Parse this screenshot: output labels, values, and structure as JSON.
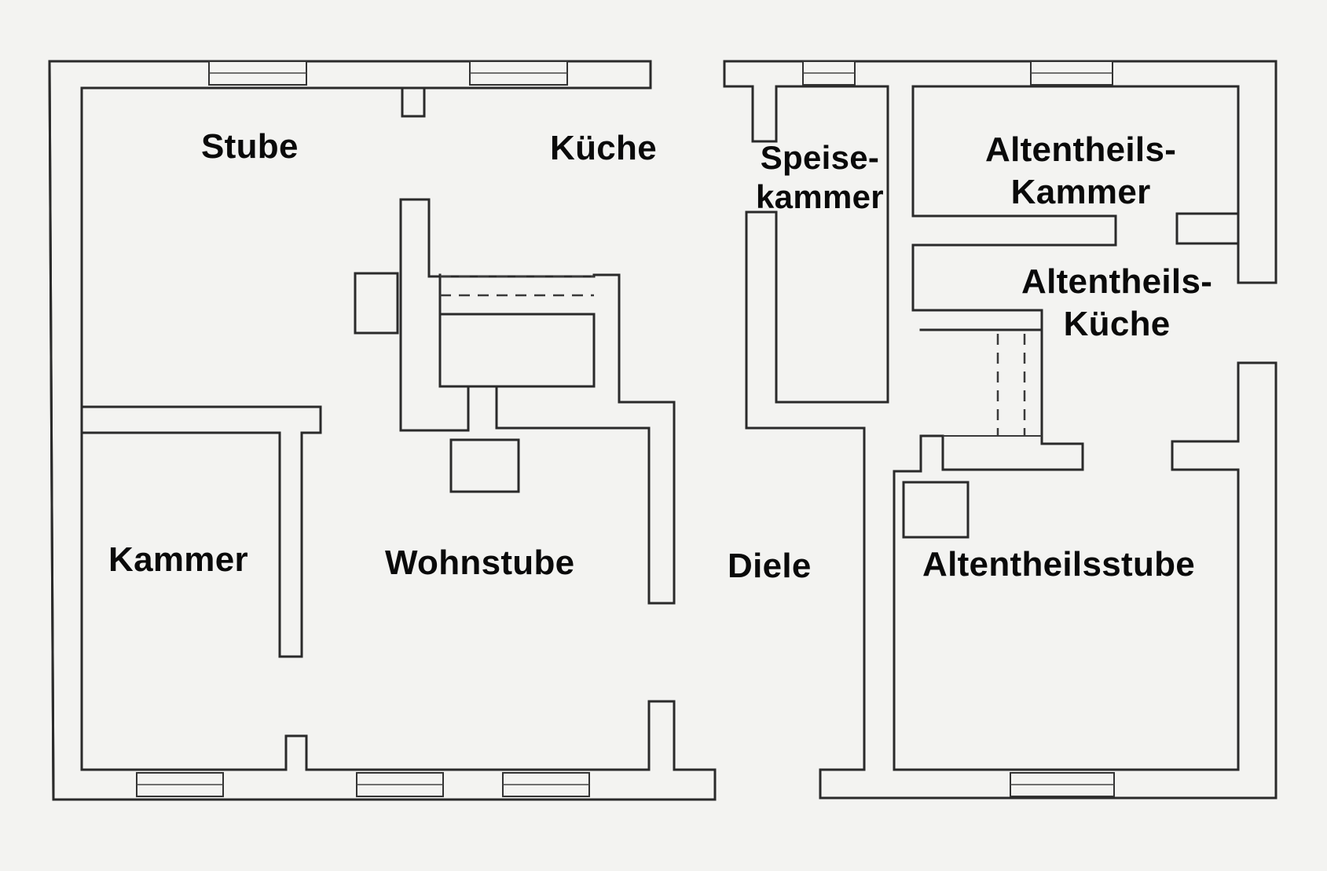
{
  "floor_plan": {
    "rooms": {
      "stube": "Stube",
      "kueche": "Küche",
      "speisekammer_line1": "Speise-",
      "speisekammer_line2": "kammer",
      "altentheils_kammer_line1": "Altentheils-",
      "altentheils_kammer_line2": "Kammer",
      "altentheils_kueche_line1": "Altentheils-",
      "altentheils_kueche_line2": "Küche",
      "kammer": "Kammer",
      "wohnstube": "Wohnstube",
      "diele": "Diele",
      "altentheilsstube": "Altentheilsstube"
    },
    "colors": {
      "background": "#f3f3f1",
      "walls": "#2a2a2a",
      "labels": "#0a0a0a"
    }
  }
}
